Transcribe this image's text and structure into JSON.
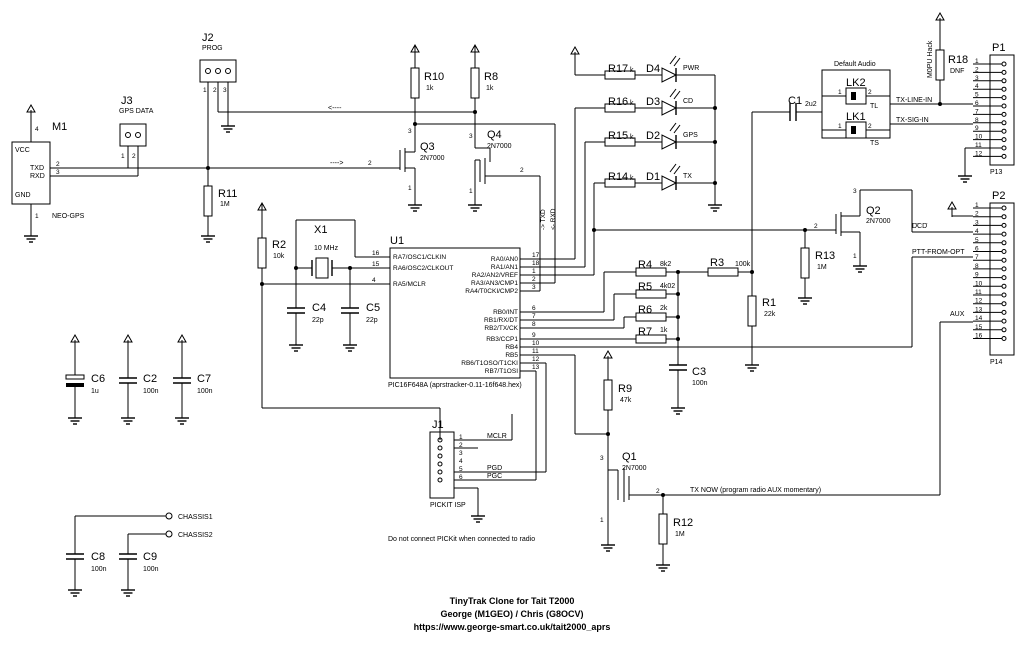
{
  "labels": {
    "m1_ref": "M1",
    "m1_vcc": "VCC",
    "m1_txd": "TXD",
    "m1_rxd": "RXD",
    "m1_gnd": "GND",
    "m1_name": "NEO-GPS",
    "j3_ref": "J3",
    "j3_name": "GPS DATA",
    "j2_ref": "J2",
    "j2_name": "PROG",
    "r10_ref": "R10",
    "r10_val": "1k",
    "r8_ref": "R8",
    "r8_val": "1k",
    "r11_ref": "R11",
    "r11_val": "1M",
    "q3_ref": "Q3",
    "q3_val": "2N7000",
    "q4_ref": "Q4",
    "q4_val": "2N7000",
    "r17_ref": "R17",
    "r17_unit": "k",
    "d4_ref": "D4",
    "d4_name": "PWR",
    "r16_ref": "R16",
    "r16_unit": "k",
    "d3_ref": "D3",
    "d3_name": "CD",
    "r15_ref": "R15",
    "r15_unit": "k",
    "d2_ref": "D2",
    "d2_name": "GPS",
    "r14_ref": "R14",
    "r14_unit": "k",
    "d1_ref": "D1",
    "d1_name": "TX",
    "c1_ref": "C1",
    "c1_val": "2u2",
    "default_audio": "Default Audio",
    "lk2_ref": "LK2",
    "lk2_name": "TL",
    "lk1_ref": "LK1",
    "lk1_name": "TS",
    "tx_line_in": "TX-LINE-IN",
    "tx_sig_in": "TX-SIG-IN",
    "r18_ref": "R18",
    "r18_val": "DNF",
    "m0pu_hack": "M0PU Hack",
    "p1_ref": "P1",
    "p13_ref": "P13",
    "p2_ref": "P2",
    "p14_ref": "P14",
    "dcd": "DCD",
    "ptt_from_opt": "PTT-FROM-OPT",
    "aux": "AUX",
    "q2_ref": "Q2",
    "q2_val": "2N7000",
    "r13_ref": "R13",
    "r13_val": "1M",
    "r1_ref": "R1",
    "r1_val": "22k",
    "r2_ref": "R2",
    "r2_val": "10k",
    "x1_ref": "X1",
    "x1_val": "10 MHz",
    "c4_ref": "C4",
    "c4_val": "22p",
    "c5_ref": "C5",
    "c5_val": "22p",
    "u1_ref": "U1",
    "u1_part": "PIC16F648A (aprstracker-0.11-16f648.hex)",
    "r4_ref": "R4",
    "r4_val": "8k2",
    "r3_ref": "R3",
    "r3_val": "100k",
    "r5_ref": "R5",
    "r5_val": "4k02",
    "r6_ref": "R6",
    "r6_val": "2k",
    "r7_ref": "R7",
    "r7_val": "1k",
    "c3_ref": "C3",
    "c3_val": "100n",
    "r9_ref": "R9",
    "r9_val": "47k",
    "q1_ref": "Q1",
    "q1_val": "2N7000",
    "r12_ref": "R12",
    "r12_val": "1M",
    "tx_now": "TX NOW (program radio AUX momentary)",
    "c6_ref": "C6",
    "c6_val": "1u",
    "c2_ref": "C2",
    "c2_val": "100n",
    "c7_ref": "C7",
    "c7_val": "100n",
    "c8_ref": "C8",
    "c8_val": "100n",
    "c9_ref": "C9",
    "c9_val": "100n",
    "chassis1": "CHASSIS1",
    "chassis2": "CHASSIS2",
    "j1_ref": "J1",
    "j1_name": "PICKIT ISP",
    "mclr": "MCLR",
    "pgd": "PGD",
    "pgc": "PGC",
    "pickit_note": "Do not connect PICKit when connected to radio",
    "tx_arrow": "-> TXD",
    "rx_arrow": "<- RXD",
    "arrow_left": "<----",
    "arrow_right": "---->"
  },
  "u1_left_pins": [
    {
      "num": "16",
      "name": "RA7/OSC1/CLKIN"
    },
    {
      "num": "15",
      "name": "RA6/OSC2/CLKOUT"
    },
    {
      "num": "4",
      "name": "RA5/MCLR"
    }
  ],
  "u1_right_pins": [
    {
      "num": "17",
      "name": "RA0/AN0"
    },
    {
      "num": "18",
      "name": "RA1/AN1"
    },
    {
      "num": "1",
      "name": "RA2/AN2/VREF"
    },
    {
      "num": "2",
      "name": "RA3/AN3/CMP1"
    },
    {
      "num": "3",
      "name": "RA4/T0CKI/CMP2"
    },
    {
      "num": "6",
      "name": "RB0/INT"
    },
    {
      "num": "7",
      "name": "RB1/RX/DT"
    },
    {
      "num": "8",
      "name": "RB2/TX/CK"
    },
    {
      "num": "9",
      "name": "RB3/CCP1"
    },
    {
      "num": "10",
      "name": "RB4"
    },
    {
      "num": "11",
      "name": "RB5"
    },
    {
      "num": "12",
      "name": "RB6/T1OSO/T1CKI"
    },
    {
      "num": "13",
      "name": "RB7/T1OSI"
    }
  ],
  "pin_numbers_16": [
    "1",
    "2",
    "3",
    "4",
    "5",
    "6",
    "7",
    "8",
    "9",
    "10",
    "11",
    "12",
    "13",
    "14",
    "15",
    "16"
  ],
  "pin_numbers_12": [
    "1",
    "2",
    "3",
    "4",
    "5",
    "6",
    "7",
    "8",
    "9",
    "10",
    "11",
    "12"
  ],
  "pin_numbers_6": [
    "1",
    "2",
    "3",
    "4",
    "5",
    "6"
  ],
  "footer": {
    "title": "TinyTrak Clone for Tait T2000",
    "authors": "George (M1GEO) / Chris (G8OCV)",
    "url": "https://www.george-smart.co.uk/tait2000_aprs"
  }
}
